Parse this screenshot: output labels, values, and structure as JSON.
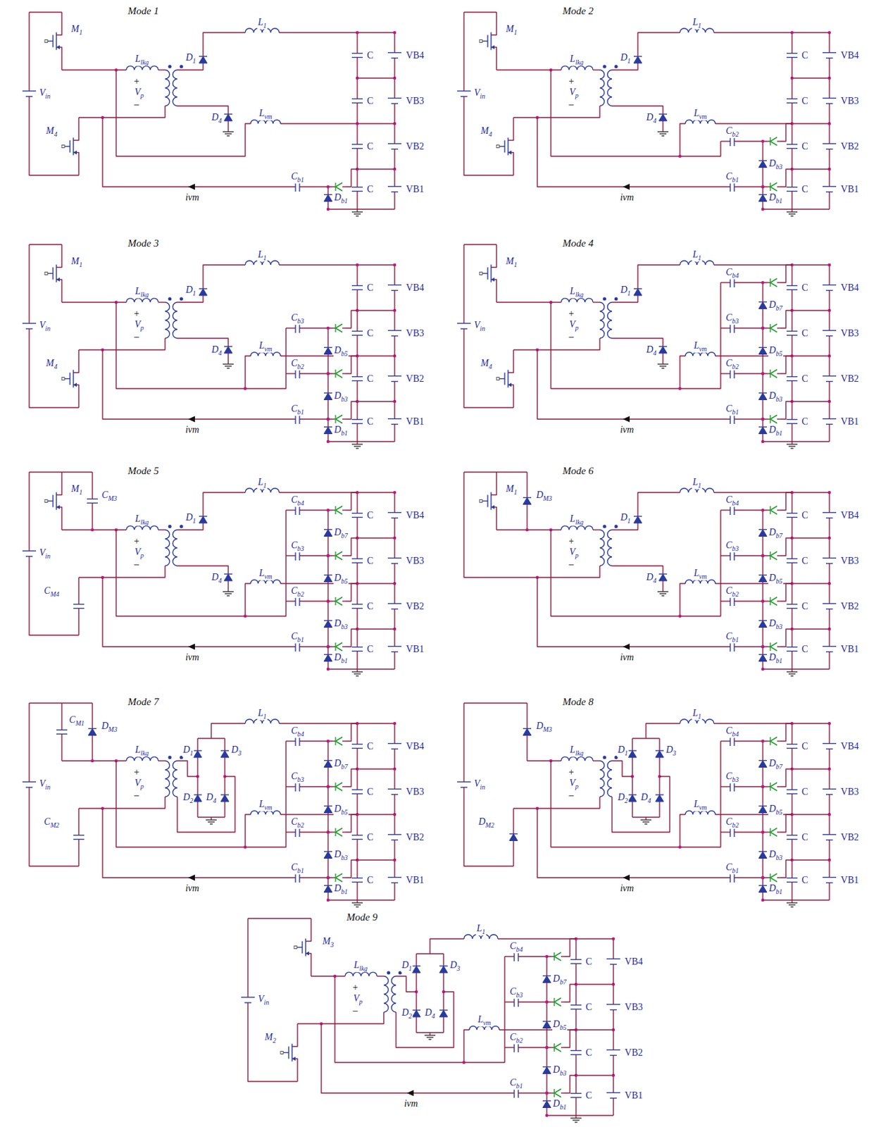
{
  "diagram": {
    "labels": [
      "Mode 1",
      "Vin",
      "M1",
      "M4",
      "Llkg",
      "+",
      "Vp",
      "–",
      "D1",
      "D4",
      "L1",
      "Lvm",
      "C",
      "C",
      "C",
      "C",
      "VB4",
      "VB3",
      "VB2",
      "VB1",
      "Cb1",
      "Db1",
      "ivm",
      "Mode 2",
      "Vin",
      "M1",
      "M4",
      "Llkg",
      "+",
      "Vp",
      "–",
      "D1",
      "D4",
      "L1",
      "Lvm",
      "C",
      "C",
      "C",
      "C",
      "VB4",
      "VB3",
      "VB2",
      "VB1",
      "Cb2",
      "Db3",
      "Cb1",
      "Db1",
      "ivm",
      "Mode 3",
      "Vin",
      "M1",
      "M4",
      "Llkg",
      "+",
      "Vp",
      "–",
      "D1",
      "D4",
      "L1",
      "Lvm",
      "C",
      "C",
      "C",
      "C",
      "VB4",
      "VB3",
      "VB2",
      "VB1",
      "Cb3",
      "Db5",
      "Cb2",
      "Db3",
      "Cb1",
      "Db1",
      "ivm",
      "Mode 4",
      "Vin",
      "M1",
      "M4",
      "Llkg",
      "+",
      "Vp",
      "–",
      "D1",
      "D4",
      "L1",
      "Lvm",
      "C",
      "C",
      "C",
      "C",
      "VB4",
      "VB3",
      "VB2",
      "VB1",
      "Cb4",
      "Db7",
      "Cb3",
      "Db5",
      "Cb2",
      "Db3",
      "Cb1",
      "Db1",
      "ivm",
      "Mode 5",
      "Vin",
      "M1",
      "CM3",
      "CM4",
      "Llkg",
      "+",
      "Vp",
      "–",
      "D1",
      "D4",
      "L1",
      "Lvm",
      "C",
      "C",
      "C",
      "C",
      "VB4",
      "VB3",
      "VB2",
      "VB1",
      "Cb4",
      "Db7",
      "Cb3",
      "Db5",
      "Cb2",
      "Db3",
      "Cb1",
      "Db1",
      "ivm",
      "Mode 6",
      "M1",
      "DM3",
      "Llkg",
      "+",
      "Vp",
      "–",
      "D1",
      "D4",
      "L1",
      "Lvm",
      "C",
      "C",
      "C",
      "C",
      "VB4",
      "VB3",
      "VB2",
      "VB1",
      "Cb4",
      "Db7",
      "Cb3",
      "Db5",
      "Cb2",
      "Db3",
      "Cb1",
      "Db1",
      "ivm",
      "Mode 7",
      "Vin",
      "CM1",
      "DM3",
      "CM2",
      "Llkg",
      "+",
      "Vp",
      "–",
      "D1",
      "D3",
      "D2",
      "D4",
      "L1",
      "Lvm",
      "C",
      "C",
      "C",
      "C",
      "VB4",
      "VB3",
      "VB2",
      "VB1",
      "Cb4",
      "Db7",
      "Cb3",
      "Db5",
      "Cb2",
      "Db3",
      "Cb1",
      "Db1",
      "ivm",
      "Mode 8",
      "Vin",
      "DM3",
      "DM2",
      "Llkg",
      "+",
      "Vp",
      "–",
      "D1",
      "D3",
      "D2",
      "D4",
      "L1",
      "Lvm",
      "C",
      "C",
      "C",
      "C",
      "VB4",
      "VB3",
      "VB2",
      "VB1",
      "Cb4",
      "Db7",
      "Cb3",
      "Db5",
      "Cb2",
      "Db3",
      "Cb1",
      "Db1",
      "ivm",
      "Mode 9",
      "Vin",
      "M3",
      "M2",
      "Llkg",
      "+",
      "Vp",
      "–",
      "D1",
      "D3",
      "D2",
      "D4",
      "L1",
      "Lvm",
      "C",
      "C",
      "C",
      "C",
      "VB4",
      "VB3",
      "VB2",
      "VB1",
      "Cb4",
      "Db7",
      "Cb3",
      "Db5",
      "Cb2",
      "Db3",
      "Cb1",
      "Db1",
      "ivm"
    ]
  }
}
